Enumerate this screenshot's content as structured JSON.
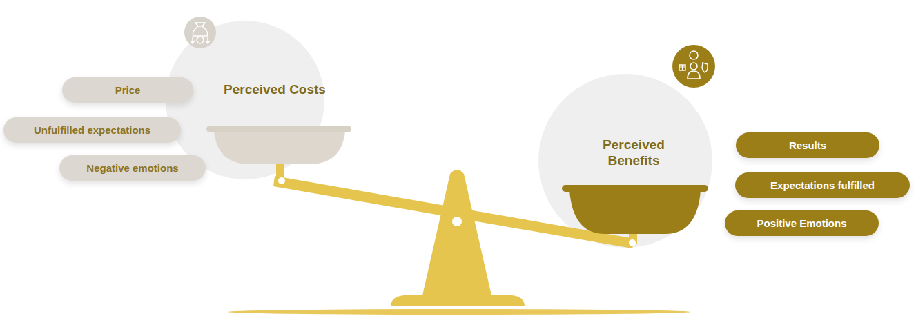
{
  "diagram": {
    "nodes": [
      {
        "text": [
          "Perceived Costs"
        ]
      },
      {
        "text": [
          "Price"
        ]
      },
      {
        "text": [
          "Unfulfilled expectations"
        ]
      },
      {
        "text": [
          "Negative emotions"
        ]
      },
      {
        "text": [
          "Perceived Benefits"
        ]
      },
      {
        "text": [
          "Results"
        ]
      },
      {
        "text": [
          "Expectations fulfilled"
        ]
      },
      {
        "text": [
          "Positive Emotions"
        ]
      }
    ]
  }
}
